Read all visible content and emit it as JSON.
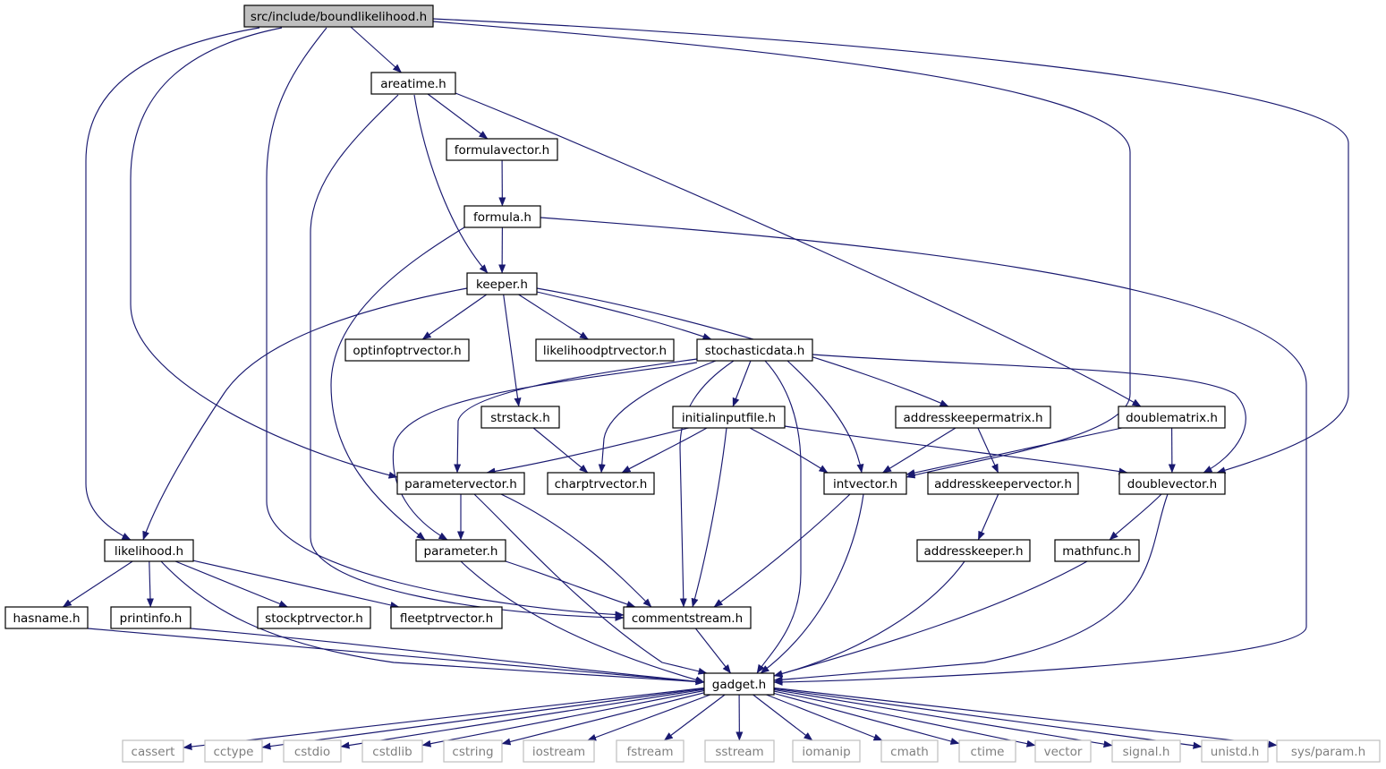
{
  "nodes": [
    {
      "id": "boundlikelihood",
      "label": "src/include/boundlikelihood.h",
      "root": true
    },
    {
      "id": "areatime",
      "label": "areatime.h"
    },
    {
      "id": "formulavector",
      "label": "formulavector.h"
    },
    {
      "id": "formula",
      "label": "formula.h"
    },
    {
      "id": "keeper",
      "label": "keeper.h"
    },
    {
      "id": "optinfoptrvector",
      "label": "optinfoptrvector.h"
    },
    {
      "id": "likelihoodptrvector",
      "label": "likelihoodptrvector.h"
    },
    {
      "id": "stochasticdata",
      "label": "stochasticdata.h"
    },
    {
      "id": "strstack",
      "label": "strstack.h"
    },
    {
      "id": "initialinputfile",
      "label": "initialinputfile.h"
    },
    {
      "id": "addresskeepermatrix",
      "label": "addresskeepermatrix.h"
    },
    {
      "id": "doublematrix",
      "label": "doublematrix.h"
    },
    {
      "id": "parametervector",
      "label": "parametervector.h"
    },
    {
      "id": "charptrvector",
      "label": "charptrvector.h"
    },
    {
      "id": "intvector",
      "label": "intvector.h"
    },
    {
      "id": "addresskeepervector",
      "label": "addresskeepervector.h"
    },
    {
      "id": "doublevector",
      "label": "doublevector.h"
    },
    {
      "id": "likelihood",
      "label": "likelihood.h"
    },
    {
      "id": "parameter",
      "label": "parameter.h"
    },
    {
      "id": "addresskeeper",
      "label": "addresskeeper.h"
    },
    {
      "id": "mathfunc",
      "label": "mathfunc.h"
    },
    {
      "id": "hasname",
      "label": "hasname.h"
    },
    {
      "id": "printinfo",
      "label": "printinfo.h"
    },
    {
      "id": "stockptrvector",
      "label": "stockptrvector.h"
    },
    {
      "id": "fleetptrvector",
      "label": "fleetptrvector.h"
    },
    {
      "id": "commentstream",
      "label": "commentstream.h"
    },
    {
      "id": "gadget",
      "label": "gadget.h"
    },
    {
      "id": "cassert",
      "label": "cassert",
      "system": true
    },
    {
      "id": "cctype",
      "label": "cctype",
      "system": true
    },
    {
      "id": "cstdio",
      "label": "cstdio",
      "system": true
    },
    {
      "id": "cstdlib",
      "label": "cstdlib",
      "system": true
    },
    {
      "id": "cstring",
      "label": "cstring",
      "system": true
    },
    {
      "id": "iostream",
      "label": "iostream",
      "system": true
    },
    {
      "id": "fstream",
      "label": "fstream",
      "system": true
    },
    {
      "id": "sstream",
      "label": "sstream",
      "system": true
    },
    {
      "id": "iomanip",
      "label": "iomanip",
      "system": true
    },
    {
      "id": "cmath",
      "label": "cmath",
      "system": true
    },
    {
      "id": "ctime",
      "label": "ctime",
      "system": true
    },
    {
      "id": "vector",
      "label": "vector",
      "system": true
    },
    {
      "id": "signal",
      "label": "signal.h",
      "system": true
    },
    {
      "id": "unistd",
      "label": "unistd.h",
      "system": true
    },
    {
      "id": "sysparam",
      "label": "sys/param.h",
      "system": true
    }
  ],
  "edges": [
    [
      "boundlikelihood",
      "areatime"
    ],
    [
      "boundlikelihood",
      "likelihood"
    ],
    [
      "boundlikelihood",
      "parametervector"
    ],
    [
      "boundlikelihood",
      "commentstream"
    ],
    [
      "boundlikelihood",
      "intvector"
    ],
    [
      "boundlikelihood",
      "doublevector"
    ],
    [
      "areatime",
      "formulavector"
    ],
    [
      "areatime",
      "keeper"
    ],
    [
      "areatime",
      "commentstream"
    ],
    [
      "areatime",
      "doublematrix"
    ],
    [
      "formulavector",
      "formula"
    ],
    [
      "formula",
      "keeper"
    ],
    [
      "formula",
      "parameter"
    ],
    [
      "formula",
      "gadget"
    ],
    [
      "keeper",
      "optinfoptrvector"
    ],
    [
      "keeper",
      "likelihoodptrvector"
    ],
    [
      "keeper",
      "stochasticdata"
    ],
    [
      "keeper",
      "strstack"
    ],
    [
      "keeper",
      "addresskeepermatrix"
    ],
    [
      "keeper",
      "likelihood"
    ],
    [
      "stochasticdata",
      "initialinputfile"
    ],
    [
      "stochasticdata",
      "parametervector"
    ],
    [
      "stochasticdata",
      "charptrvector"
    ],
    [
      "stochasticdata",
      "intvector"
    ],
    [
      "stochasticdata",
      "doublevector"
    ],
    [
      "stochasticdata",
      "parameter"
    ],
    [
      "stochasticdata",
      "commentstream"
    ],
    [
      "stochasticdata",
      "gadget"
    ],
    [
      "strstack",
      "charptrvector"
    ],
    [
      "initialinputfile",
      "parametervector"
    ],
    [
      "initialinputfile",
      "charptrvector"
    ],
    [
      "initialinputfile",
      "intvector"
    ],
    [
      "initialinputfile",
      "doublevector"
    ],
    [
      "initialinputfile",
      "commentstream"
    ],
    [
      "addresskeepermatrix",
      "intvector"
    ],
    [
      "addresskeepermatrix",
      "addresskeepervector"
    ],
    [
      "doublematrix",
      "intvector"
    ],
    [
      "doublematrix",
      "doublevector"
    ],
    [
      "parametervector",
      "parameter"
    ],
    [
      "parametervector",
      "commentstream"
    ],
    [
      "parametervector",
      "gadget"
    ],
    [
      "intvector",
      "commentstream"
    ],
    [
      "intvector",
      "gadget"
    ],
    [
      "addresskeepervector",
      "addresskeeper"
    ],
    [
      "doublevector",
      "mathfunc"
    ],
    [
      "doublevector",
      "gadget"
    ],
    [
      "likelihood",
      "hasname"
    ],
    [
      "likelihood",
      "printinfo"
    ],
    [
      "likelihood",
      "stockptrvector"
    ],
    [
      "likelihood",
      "fleetptrvector"
    ],
    [
      "likelihood",
      "gadget"
    ],
    [
      "parameter",
      "commentstream"
    ],
    [
      "parameter",
      "gadget"
    ],
    [
      "addresskeeper",
      "gadget"
    ],
    [
      "mathfunc",
      "gadget"
    ],
    [
      "hasname",
      "gadget"
    ],
    [
      "printinfo",
      "gadget"
    ],
    [
      "commentstream",
      "gadget"
    ],
    [
      "gadget",
      "cassert"
    ],
    [
      "gadget",
      "cctype"
    ],
    [
      "gadget",
      "cstdio"
    ],
    [
      "gadget",
      "cstdlib"
    ],
    [
      "gadget",
      "cstring"
    ],
    [
      "gadget",
      "iostream"
    ],
    [
      "gadget",
      "fstream"
    ],
    [
      "gadget",
      "sstream"
    ],
    [
      "gadget",
      "iomanip"
    ],
    [
      "gadget",
      "cmath"
    ],
    [
      "gadget",
      "ctime"
    ],
    [
      "gadget",
      "vector"
    ],
    [
      "gadget",
      "signal"
    ],
    [
      "gadget",
      "unistd"
    ],
    [
      "gadget",
      "sysparam"
    ]
  ],
  "colors": {
    "edge": "#191970",
    "root_fill": "#bfbfbf",
    "system_border": "#bfbfbf",
    "system_text": "#7f7f7f"
  }
}
